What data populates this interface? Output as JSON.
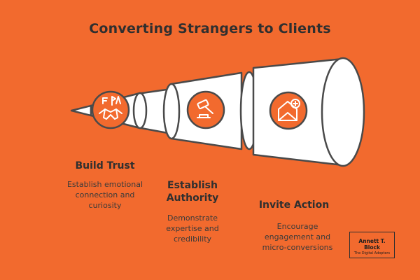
{
  "title": "Converting Strangers to Clients",
  "colors": {
    "background": "#F26A2E",
    "funnel_fill": "#FFFFFF",
    "stroke": "#4A4A4A",
    "text": "#2F2F2F"
  },
  "stages": [
    {
      "title": "Build Trust",
      "description": "Establish emotional connection and curiosity",
      "icon": "handshake-icon"
    },
    {
      "title": "Establish Authority",
      "description": "Demonstrate expertise and credibility",
      "icon": "gavel-icon"
    },
    {
      "title": "Invite Action",
      "description": "Encourage engagement and micro-conversions",
      "icon": "envelope-plus-icon"
    }
  ],
  "logo": {
    "name": "Annett T. Block",
    "tagline": "The Digital Adopters"
  }
}
